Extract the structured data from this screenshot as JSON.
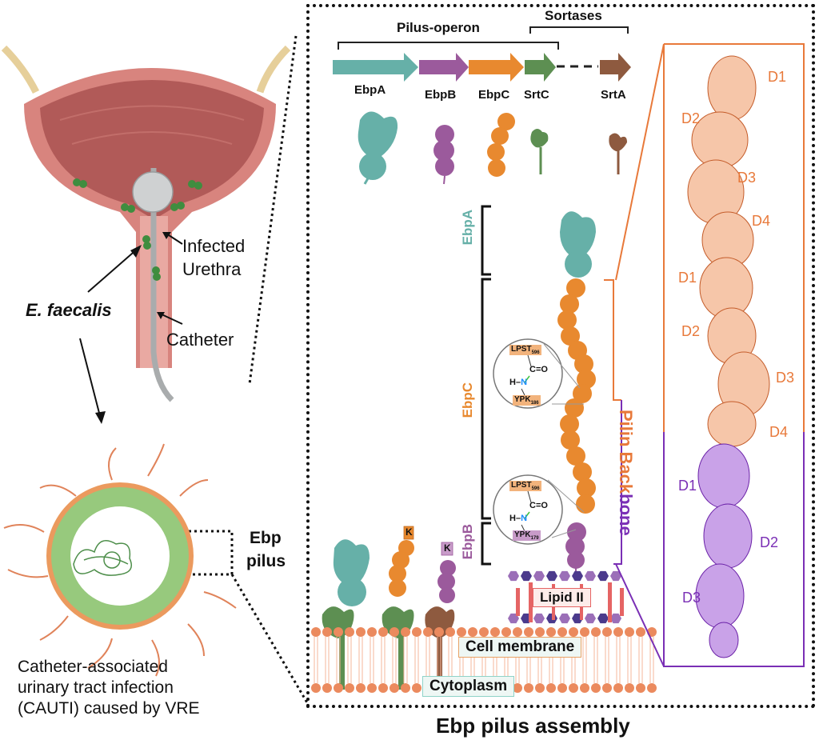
{
  "left_panel": {
    "labels": {
      "infected": "Infected",
      "urethra": "Urethra",
      "species": "E. faecalis",
      "catheter": "Catheter",
      "ebp": "Ebp",
      "pilus": "pilus",
      "caption_1": "Catheter-associated",
      "caption_2": "urinary tract infection",
      "caption_3": "(CAUTI) caused by VRE"
    }
  },
  "operon": {
    "pilus_operon_label": "Pilus-operon",
    "sortases_label": "Sortases",
    "genes": [
      {
        "name": "EbpA",
        "color": "#66b0a8"
      },
      {
        "name": "EbpB",
        "color": "#9b5a9c"
      },
      {
        "name": "EbpC",
        "color": "#e8892f"
      },
      {
        "name": "SrtC",
        "color": "#5d8f52"
      },
      {
        "name": "SrtA",
        "color": "#8e5a3f"
      }
    ]
  },
  "assembly": {
    "bracket_labels": {
      "ebpA": "EbpA",
      "ebpC": "EbpC",
      "ebpB": "EbpB"
    },
    "backbone_label_1": "Pilin Back",
    "backbone_label_2": "bone",
    "linkage_1": {
      "top": "LPST",
      "top_sub": "596",
      "co": "C=O",
      "nh_h": "H–",
      "nh_n": "N",
      "bottom": "YPK",
      "bottom_sub": "186"
    },
    "linkage_2": {
      "top": "LPST",
      "top_sub": "596",
      "co": "C=O",
      "nh_h": "H–",
      "nh_n": "N",
      "bottom": "YPK",
      "bottom_sub": "179"
    },
    "k_tag": "K",
    "lipid_label": "Lipid II",
    "membrane_label": "Cell membrane",
    "cytoplasm_label": "Cytoplasm"
  },
  "structure": {
    "domains": [
      {
        "label": "D1",
        "protein": "EbpC"
      },
      {
        "label": "D2",
        "protein": "EbpC"
      },
      {
        "label": "D3",
        "protein": "EbpC"
      },
      {
        "label": "D4",
        "protein": "EbpC"
      },
      {
        "label": "D1",
        "protein": "EbpC"
      },
      {
        "label": "D2",
        "protein": "EbpC"
      },
      {
        "label": "D3",
        "protein": "EbpC"
      },
      {
        "label": "D4",
        "protein": "EbpC"
      },
      {
        "label": "D1",
        "protein": "EbpB"
      },
      {
        "label": "D2",
        "protein": "EbpB"
      },
      {
        "label": "D3",
        "protein": "EbpB"
      }
    ],
    "colors": {
      "ebpC": "#e8793a",
      "ebpB": "#7a2fb5"
    }
  },
  "title": "Ebp pilus assembly"
}
